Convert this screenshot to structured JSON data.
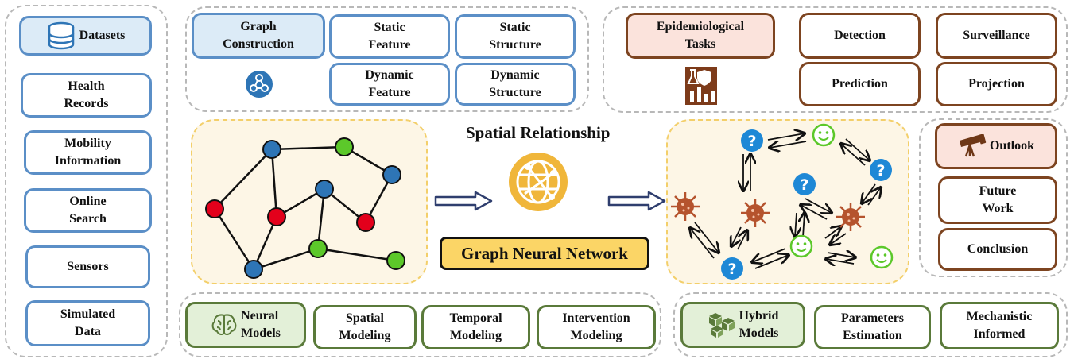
{
  "datasets": {
    "header": "Datasets",
    "items": [
      "Health\nRecords",
      "Mobility\nInformation",
      "Online\nSearch",
      "Sensors",
      "Simulated\nData"
    ]
  },
  "graph_construction": {
    "header": "Graph\nConstruction",
    "items": [
      "Static\nFeature",
      "Static\nStructure",
      "Dynamic\nFeature",
      "Dynamic\nStructure"
    ]
  },
  "tasks": {
    "header": "Epidemiological\nTasks",
    "items": [
      "Detection",
      "Surveillance",
      "Prediction",
      "Projection"
    ]
  },
  "center": {
    "title": "Spatial Relationship",
    "gnn_label": "Graph Neural Network"
  },
  "outlook": {
    "header": "Outlook",
    "items": [
      "Future\nWork",
      "Conclusion"
    ]
  },
  "neural": {
    "header": "Neural\nModels",
    "items": [
      "Spatial\nModeling",
      "Temporal\nModeling",
      "Intervention\nModeling"
    ]
  },
  "hybrid": {
    "header": "Hybrid\nModels",
    "items": [
      "Parameters\nEstimation",
      "Mechanistic\nInformed"
    ]
  },
  "colors": {
    "blue": "#2e75b6",
    "red": "#e3001b",
    "green": "#5cc82a",
    "brown": "#b5532d",
    "gold": "#f0b63a"
  },
  "icons": [
    "database-icon",
    "graph-network-icon",
    "lab-chart-icon",
    "globe-network-icon",
    "telescope-icon",
    "brain-icon",
    "cubes-icon",
    "virus-icon",
    "question-icon",
    "smiley-icon"
  ]
}
